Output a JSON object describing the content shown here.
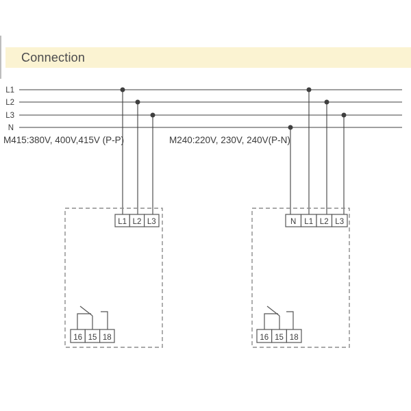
{
  "header": {
    "title": "Connection"
  },
  "bus": {
    "labels": [
      "L1",
      "L2",
      "L3",
      "N"
    ]
  },
  "annotations": {
    "left_formula": "M415:380V, 400V,415V (P-P)",
    "right_formula": "M240:220V, 230V, 240V(P-N)"
  },
  "devices": {
    "left": {
      "top_terminals": [
        "L1",
        "L2",
        "L3"
      ],
      "bottom_terminals": [
        "16",
        "15",
        "18"
      ]
    },
    "right": {
      "top_terminals": [
        "N",
        "L1",
        "L2",
        "L3"
      ],
      "bottom_terminals": [
        "16",
        "15",
        "18"
      ]
    }
  },
  "colors": {
    "band_background": "#fbf3d2",
    "wire": "#3f3f3f",
    "dashed_box": "#8c8c8c",
    "terminal_border": "#555555",
    "text": "#3a3a3a",
    "title_text": "#4a4a4c"
  }
}
